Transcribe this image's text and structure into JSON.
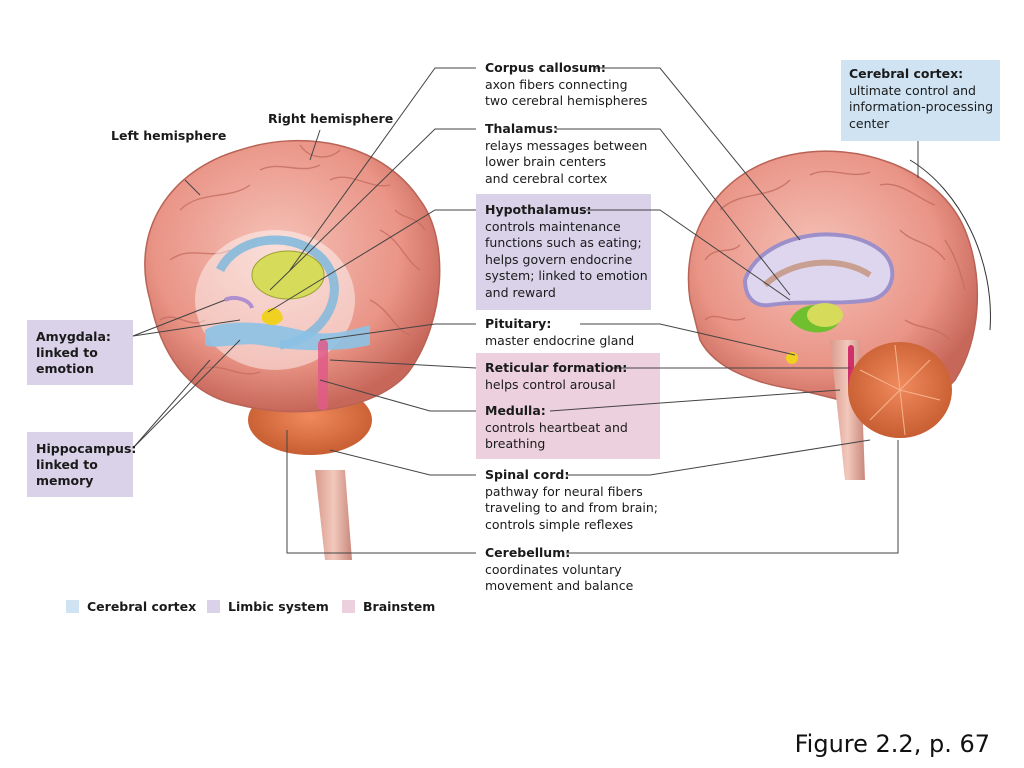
{
  "colors": {
    "cerebral_cortex": "#cfe3f3",
    "limbic_system": "#d9d2e9",
    "brainstem": "#ecd0dd",
    "brain_pink": "#f0a49a",
    "brain_dark": "#c96e62"
  },
  "hemisphere_labels": {
    "left": "Left hemisphere",
    "right": "Right hemisphere"
  },
  "side_labels": {
    "amygdala": "Amygdala:\nlinked to\nemotion",
    "hippocampus": "Hippocampus:\nlinked to\nmemory",
    "cerebral_cortex_title": "Cerebral cortex:",
    "cerebral_cortex_desc": "ultimate control and\ninformation-processing\ncenter"
  },
  "labels": [
    {
      "title": "Corpus callosum:",
      "desc": "axon fibers connecting\ntwo cerebral hemispheres"
    },
    {
      "title": "Thalamus:",
      "desc": "relays messages between\nlower brain centers\nand cerebral cortex"
    },
    {
      "title": "Hypothalamus:",
      "desc": "controls maintenance\nfunctions such as eating;\nhelps govern endocrine\nsystem; linked to emotion\nand reward"
    },
    {
      "title": "Pituitary:",
      "desc": "master endocrine gland"
    },
    {
      "title": "Reticular formation:",
      "desc": "helps control arousal"
    },
    {
      "title": "Medulla:",
      "desc": "controls heartbeat and\nbreathing"
    },
    {
      "title": "Spinal cord:",
      "desc": "pathway for neural fibers\ntraveling to and from brain;\ncontrols simple reflexes"
    },
    {
      "title": "Cerebellum:",
      "desc": "coordinates voluntary\nmovement and balance"
    }
  ],
  "legend": [
    {
      "label": "Cerebral cortex",
      "color": "#cfe3f3"
    },
    {
      "label": "Limbic system",
      "color": "#d9d2e9"
    },
    {
      "label": "Brainstem",
      "color": "#ecd0dd"
    }
  ],
  "caption": "Figure 2.2, p. 67"
}
